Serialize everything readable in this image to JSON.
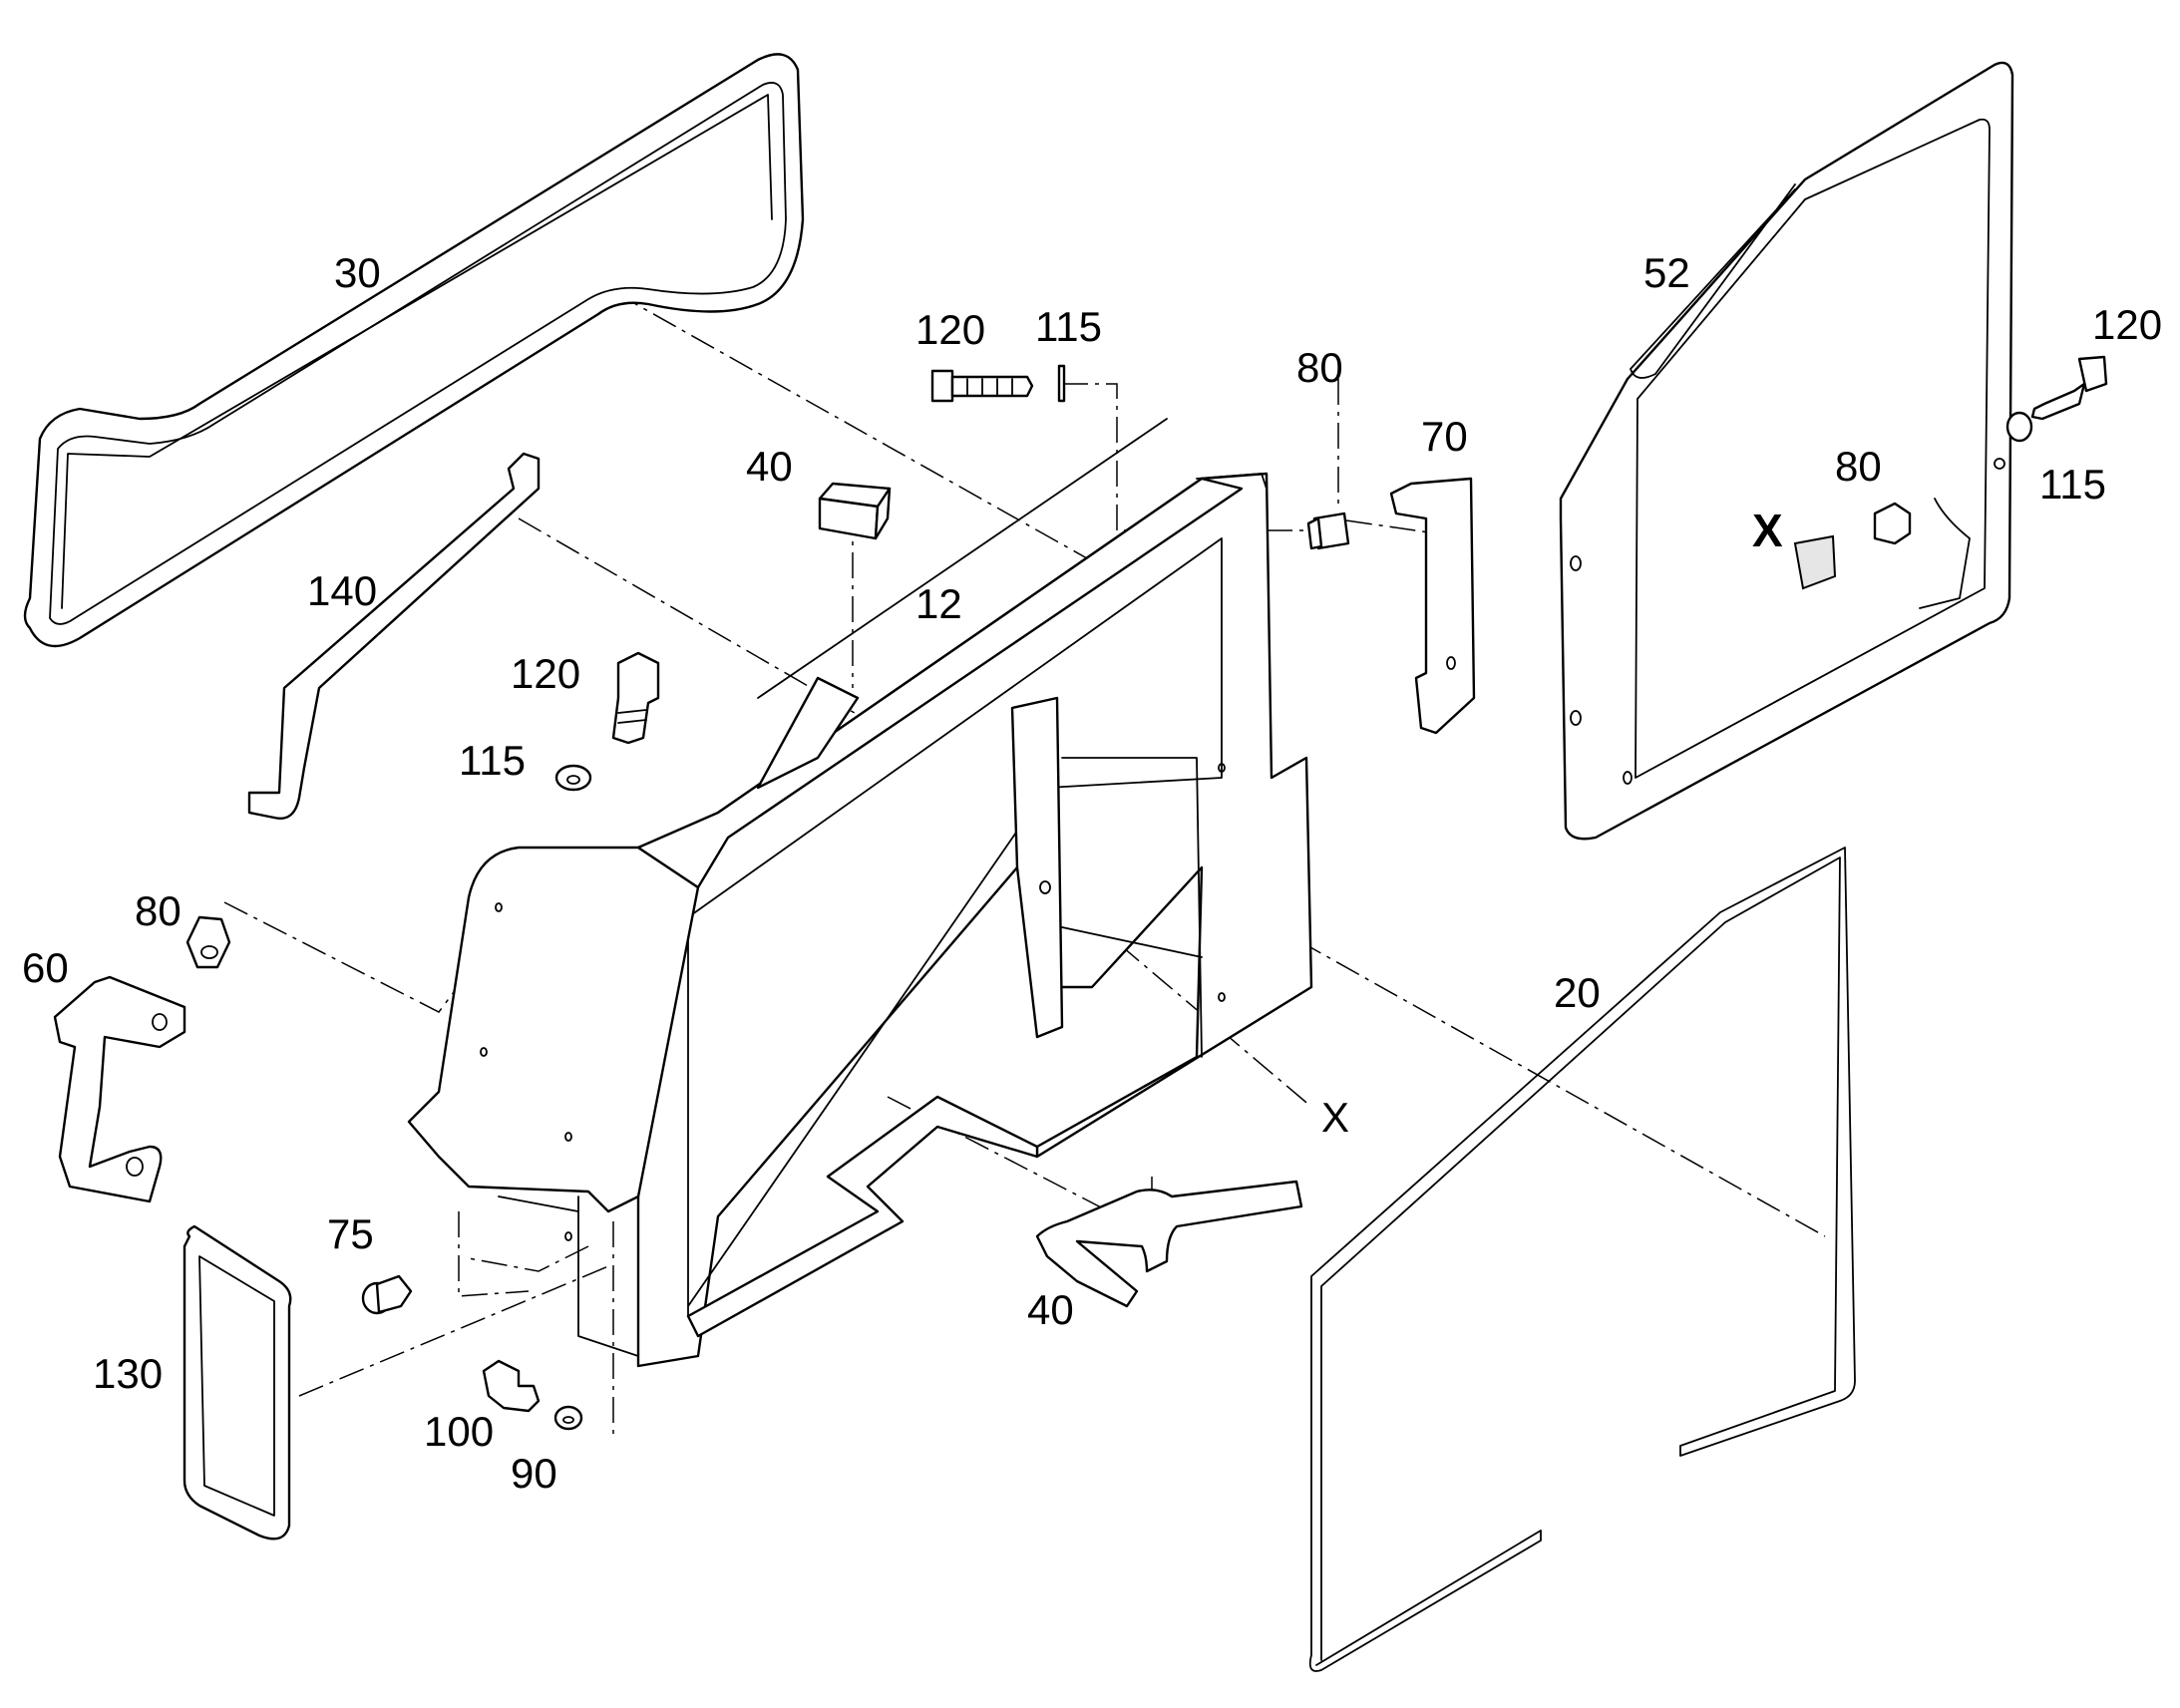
{
  "diagram": {
    "callouts": [
      {
        "id": "c30",
        "text": "30"
      },
      {
        "id": "c52",
        "text": "52"
      },
      {
        "id": "c120a",
        "text": "120"
      },
      {
        "id": "c115a",
        "text": "115"
      },
      {
        "id": "c80a",
        "text": "80"
      },
      {
        "id": "c70",
        "text": "70"
      },
      {
        "id": "c40a",
        "text": "40"
      },
      {
        "id": "c140",
        "text": "140"
      },
      {
        "id": "c12",
        "text": "12"
      },
      {
        "id": "c120b",
        "text": "120"
      },
      {
        "id": "c115b",
        "text": "115"
      },
      {
        "id": "c80b",
        "text": "80"
      },
      {
        "id": "c60",
        "text": "60"
      },
      {
        "id": "c120c",
        "text": "120"
      },
      {
        "id": "c115c",
        "text": "115"
      },
      {
        "id": "c80c",
        "text": "80"
      },
      {
        "id": "cX1",
        "text": "X"
      },
      {
        "id": "c20",
        "text": "20"
      },
      {
        "id": "cX2",
        "text": "X"
      },
      {
        "id": "c75",
        "text": "75"
      },
      {
        "id": "c40b",
        "text": "40"
      },
      {
        "id": "c130",
        "text": "130"
      },
      {
        "id": "c100",
        "text": "100"
      },
      {
        "id": "c90",
        "text": "90"
      }
    ]
  }
}
